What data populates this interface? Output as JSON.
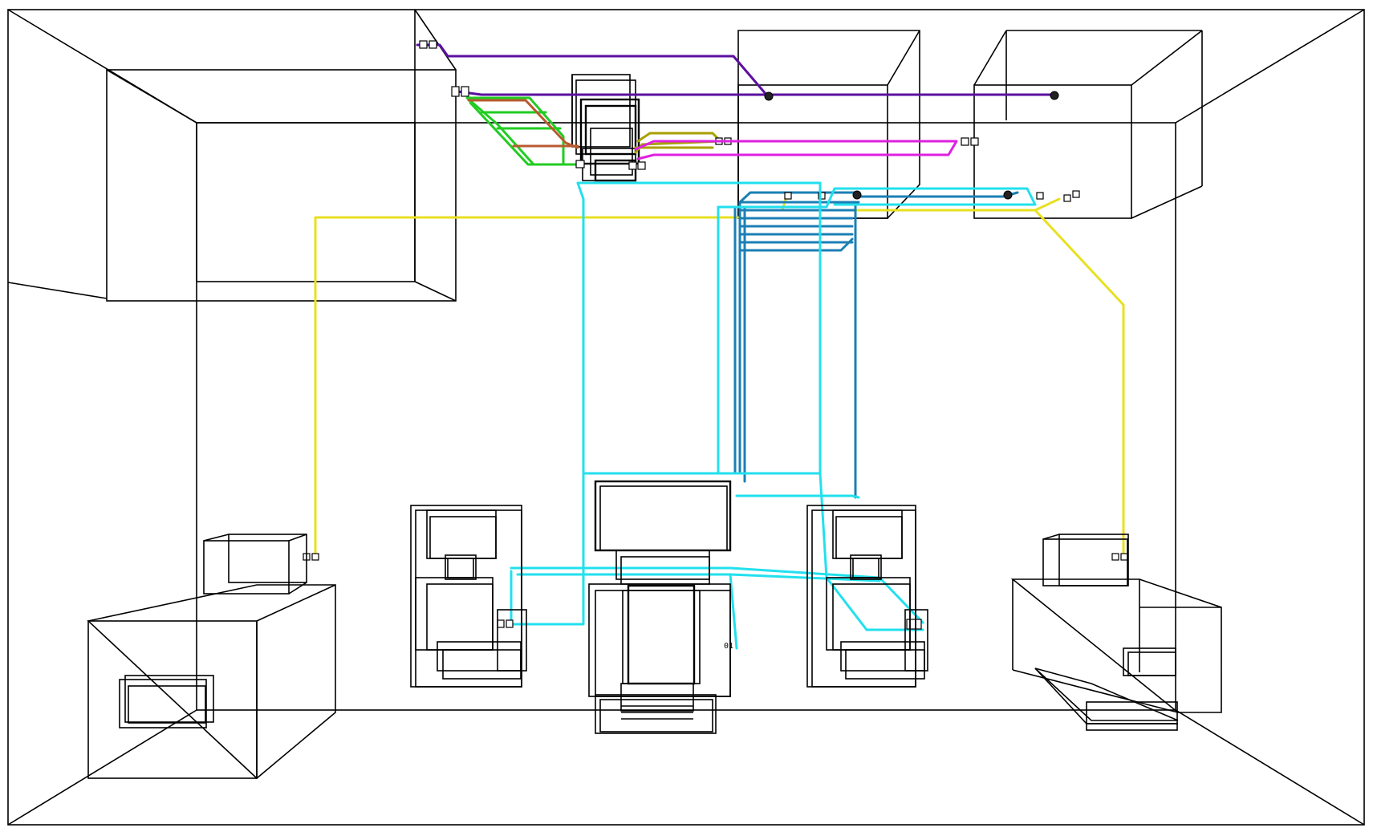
{
  "diagram": {
    "view": "3d-wireframe-room-cable-routing",
    "colors": {
      "background": "#ffffff",
      "wireframe": "#000000",
      "cable_purple": "#5b0fa0",
      "cable_magenta": "#e020e0",
      "cable_green": "#22cc22",
      "cable_brown": "#b85a30",
      "cable_olive": "#a8a000",
      "cable_yellow": "#e8e020",
      "cable_cyan": "#22e0ee",
      "cable_teal": "#1b7fb5"
    },
    "objects": [
      "room",
      "cabinet-top-left",
      "cabinet-top-middle",
      "cabinet-top-right",
      "device-cluster-top",
      "cable-tray",
      "desk-left",
      "desk-right",
      "seat-left",
      "seat-right",
      "console-center"
    ],
    "cable_colors": [
      "purple",
      "magenta",
      "green",
      "brown",
      "olive",
      "yellow",
      "cyan",
      "teal"
    ],
    "labels": {
      "console_tag": "01"
    }
  }
}
